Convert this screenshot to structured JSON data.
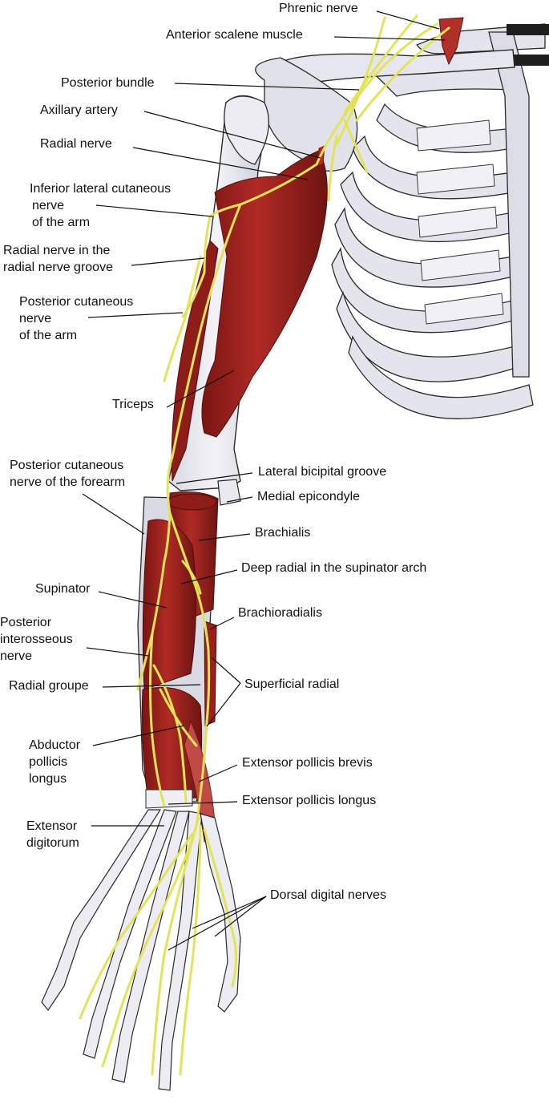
{
  "colors": {
    "bone": "#e6e6ee",
    "bone_outline": "#2a2a2a",
    "muscle": "#a5231f",
    "muscle_dark": "#6e1411",
    "nerve": "#e3e35a",
    "leader": "#111111"
  },
  "labels": {
    "phrenic_nerve": "Phrenic nerve",
    "anterior_scalene": "Anterior scalene muscle",
    "posterior_bundle": "Posterior bundle",
    "axillary_artery": "Axillary artery",
    "radial_nerve": "Radial nerve",
    "inferior_lateral_cutaneous": [
      "Inferior lateral cutaneous",
      "nerve",
      "of the arm"
    ],
    "radial_nerve_groove": [
      "Radial nerve in the",
      "radial nerve groove"
    ],
    "posterior_cutaneous_arm": [
      "Posterior cutaneous",
      "nerve",
      "of the arm"
    ],
    "triceps": "Triceps",
    "posterior_cutaneous_forearm": [
      "Posterior cutaneous",
      "nerve of the forearm"
    ],
    "lateral_bicipital_groove": "Lateral bicipital groove",
    "medial_epicondyle": "Medial epicondyle",
    "brachialis": "Brachialis",
    "deep_radial": "Deep radial in the supinator arch",
    "supinator": "Supinator",
    "brachioradialis": "Brachioradialis",
    "posterior_interosseous": [
      "Posterior",
      "interosseous",
      "nerve"
    ],
    "radial_groupe": "Radial groupe",
    "superficial_radial": "Superficial radial",
    "abductor_pollicis_longus": [
      "Abductor",
      "pollicis",
      "longus"
    ],
    "extensor_pollicis_brevis": "Extensor pollicis brevis",
    "extensor_pollicis_longus": "Extensor pollicis longus",
    "extensor_digitorum": [
      "Extensor",
      "digitorum"
    ],
    "dorsal_digital_nerves": "Dorsal digital nerves"
  }
}
